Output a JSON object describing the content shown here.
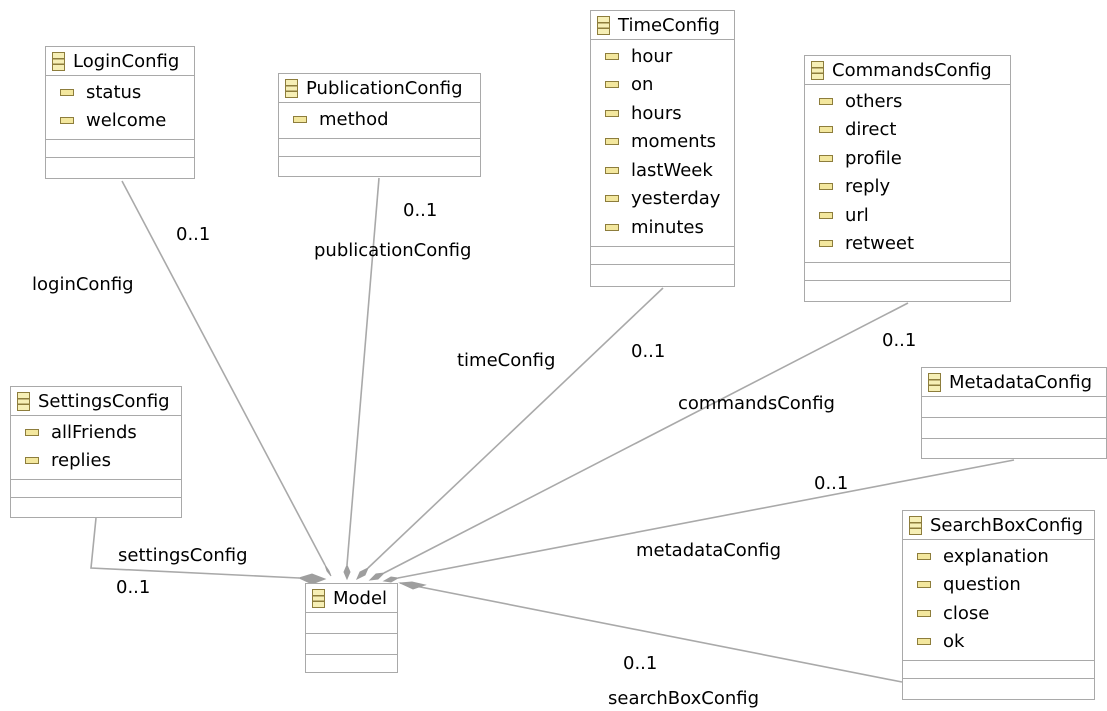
{
  "classes": {
    "login": {
      "name": "LoginConfig",
      "attrs": [
        "status",
        "welcome"
      ]
    },
    "publication": {
      "name": "PublicationConfig",
      "attrs": [
        "method"
      ]
    },
    "time": {
      "name": "TimeConfig",
      "attrs": [
        "hour",
        "on",
        "hours",
        "moments",
        "lastWeek",
        "yesterday",
        "minutes"
      ]
    },
    "commands": {
      "name": "CommandsConfig",
      "attrs": [
        "others",
        "direct",
        "profile",
        "reply",
        "url",
        "retweet"
      ]
    },
    "metadata": {
      "name": "MetadataConfig",
      "attrs": []
    },
    "settings": {
      "name": "SettingsConfig",
      "attrs": [
        "allFriends",
        "replies"
      ]
    },
    "searchbox": {
      "name": "SearchBoxConfig",
      "attrs": [
        "explanation",
        "question",
        "close",
        "ok"
      ]
    },
    "model": {
      "name": "Model",
      "attrs": []
    }
  },
  "associations": {
    "login": {
      "role": "loginConfig",
      "multiplicity": "0..1"
    },
    "publication": {
      "role": "publicationConfig",
      "multiplicity": "0..1"
    },
    "time": {
      "role": "timeConfig",
      "multiplicity": "0..1"
    },
    "commands": {
      "role": "commandsConfig",
      "multiplicity": "0..1"
    },
    "metadata": {
      "role": "metadataConfig",
      "multiplicity": "0..1"
    },
    "settings": {
      "role": "settingsConfig",
      "multiplicity": "0..1"
    },
    "searchbox": {
      "role": "searchBoxConfig",
      "multiplicity": "0..1"
    }
  },
  "colors": {
    "line": "#a9a9a9",
    "diamond": "#9e9e9e",
    "icon_border": "#8d7d3c",
    "icon_fill": "#f3e79e"
  }
}
